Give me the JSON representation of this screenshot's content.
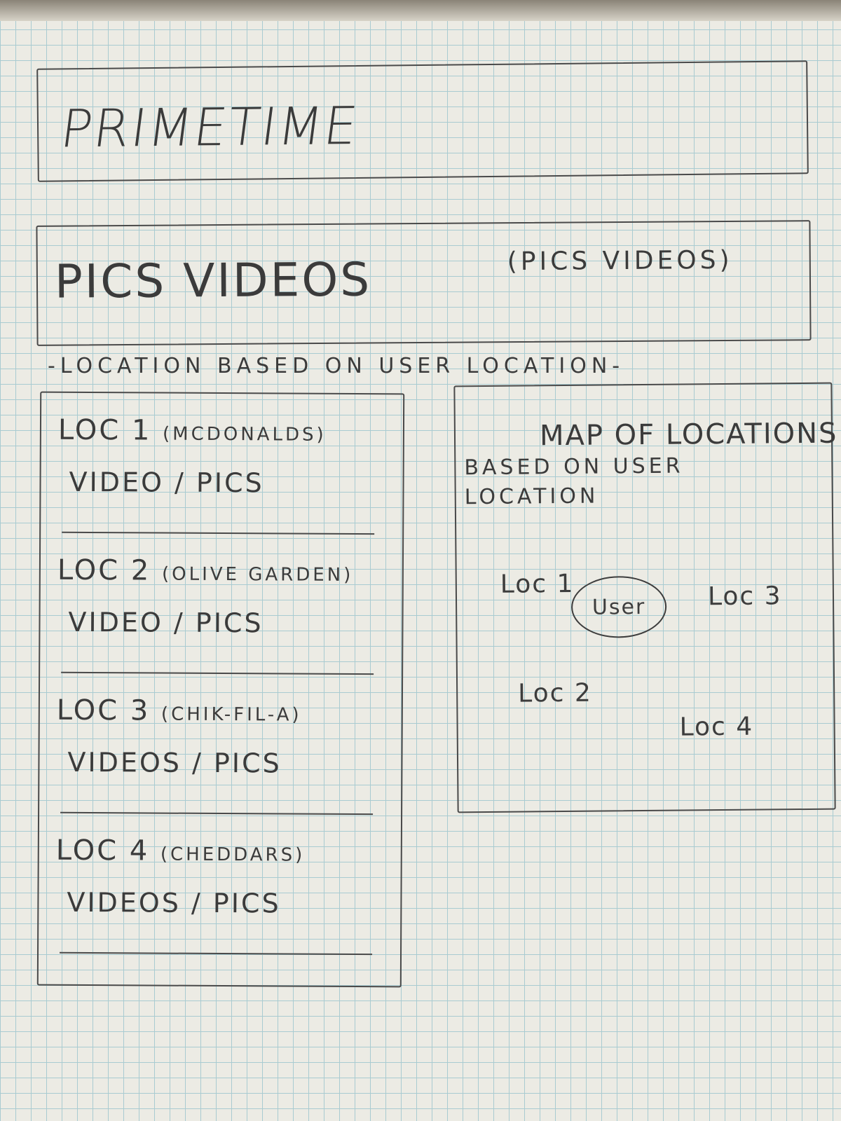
{
  "header": {
    "title": "PrimeTime"
  },
  "media_banner": {
    "main": "Pics Videos",
    "secondary": "(Pics Videos)"
  },
  "location_caption": "-Location based on user location-",
  "locations": [
    {
      "name": "Loc 1",
      "brand": "(McDonalds)",
      "media": "Video / Pics"
    },
    {
      "name": "Loc 2",
      "brand": "(Olive Garden)",
      "media": "Video / Pics"
    },
    {
      "name": "Loc 3",
      "brand": "(Chik-fil-A)",
      "media": "Videos / Pics"
    },
    {
      "name": "Loc 4",
      "brand": "(Cheddars)",
      "media": "Videos / Pics"
    }
  ],
  "map": {
    "title": "Map of Locations",
    "subtitle_line1": "based on user",
    "subtitle_line2": "location",
    "pins": {
      "loc1": "Loc 1",
      "loc2": "Loc 2",
      "loc3": "Loc 3",
      "loc4": "Loc 4"
    },
    "user_label": "User"
  },
  "colors": {
    "paper": "#ecebe4",
    "grid": "#a9cbd1",
    "pencil": "#3d3d3d"
  }
}
